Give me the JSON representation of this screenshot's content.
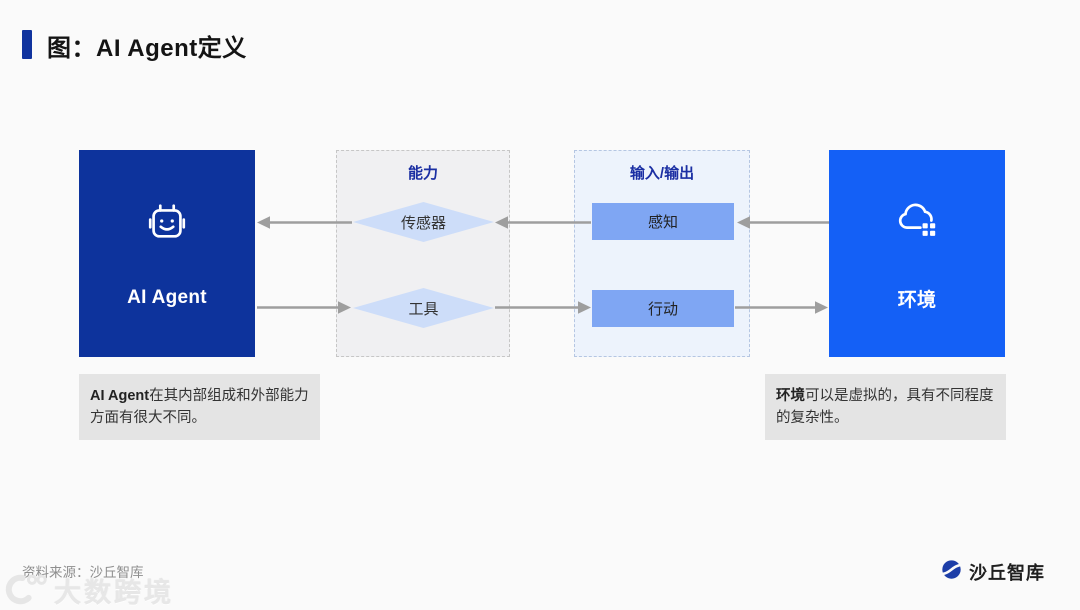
{
  "header": {
    "title": "图：AI Agent定义",
    "accent_color": "#10339E"
  },
  "diagram": {
    "agent": {
      "label": "AI Agent",
      "icon": "robot-icon",
      "color": "#0D339C"
    },
    "capability": {
      "title": "能力",
      "sensor": "传感器",
      "tool": "工具"
    },
    "io": {
      "title": "输入/输出",
      "perceive": "感知",
      "act": "行动"
    },
    "environment": {
      "label": "环境",
      "icon": "cloud-icon",
      "color": "#1460F6"
    },
    "shape_colors": {
      "diamond": "#CDDDF9",
      "io_rect": "#7FA6F3",
      "arrow": "#9E9E9E"
    },
    "flow": [
      "环境 → 感知 → 传感器 → AI Agent",
      "AI Agent → 工具 → 行动 → 环境"
    ]
  },
  "captions": {
    "left": {
      "bold": "AI Agent",
      "text": "在其内部组成和外部能力方面有很大不同。"
    },
    "right": {
      "bold": "环境",
      "text": "可以是虚拟的，具有不同程度的复杂性。"
    }
  },
  "footer": {
    "source": "资料来源：沙丘智库",
    "watermark": "大数跨境",
    "logo": {
      "text": "沙丘智库",
      "color": "#1D3EA8"
    }
  }
}
